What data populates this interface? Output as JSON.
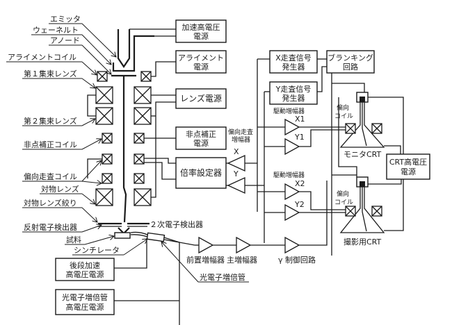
{
  "title": "走査電子顕微鏡(SEM)構成図",
  "column_labels": {
    "emitter": "エミッタ",
    "wehnelt": "ウェーネルト",
    "anode": "アノード",
    "alignment_coil": "アライメントコイル",
    "first_condenser": "第１集束レンズ",
    "second_condenser": "第２集束レンズ",
    "stigmator_coil": "非点補正コイル",
    "scan_coil": "偏向走査コイル",
    "objective_lens": "対物レンズ",
    "objective_aperture": "対物レンズ絞り",
    "bse_detector": "反射電子検出器",
    "specimen": "試料",
    "scintillator": "シンチレータ",
    "se_detector": "２次電子検出器",
    "pmt": "光電子増倍管"
  },
  "boxes": {
    "accel_hv": [
      "加速高電圧",
      "電源"
    ],
    "alignment_ps": [
      "アライメント",
      "電源"
    ],
    "lens_ps": [
      "レンズ電源"
    ],
    "stig_ps": [
      "非点補正",
      "電源"
    ],
    "mag_setter": [
      "倍率設定器"
    ],
    "x_scan_gen": [
      "X走査信号",
      "発生器"
    ],
    "y_scan_gen": [
      "Y走査信号",
      "発生器"
    ],
    "blanking": [
      "ブランキング",
      "回路"
    ],
    "crt_hv": [
      "CRT高電圧",
      "電源"
    ],
    "post_accel_hv": [
      "後段加速",
      "高電圧電源"
    ],
    "pmt_hv": [
      "光電子増倍管",
      "高電圧電源"
    ]
  },
  "amplifiers": {
    "scan_amp_label": [
      "偏向走査",
      "増幅器"
    ],
    "scan_x": "X",
    "scan_y": "Y",
    "drive_label_1": "駆動増幅器",
    "drive_label_2": "駆動増幅器",
    "x1": "X1",
    "y1": "Y1",
    "x2": "X2",
    "y2": "Y2",
    "preamp": "前置増幅器",
    "main_amp": "主増幅器",
    "gamma": "γ 制御回路"
  },
  "crt": {
    "deflection_coil_1": [
      "偏向",
      "コイル"
    ],
    "deflection_coil_2": [
      "偏向",
      "コイル"
    ],
    "monitor": "モニタCRT",
    "photo": "撮影用CRT"
  }
}
